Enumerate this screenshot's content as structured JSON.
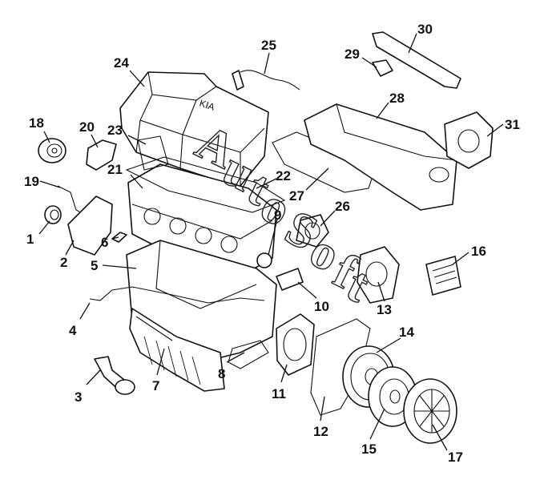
{
  "watermark": {
    "letters": [
      {
        "ch": "A"
      },
      {
        "ch": "u"
      },
      {
        "ch": "t"
      },
      {
        "ch": "o"
      },
      {
        "ch": "S"
      },
      {
        "ch": "o"
      },
      {
        "ch": "f"
      },
      {
        "ch": "t"
      }
    ]
  },
  "cover_embossing": "KIA",
  "callouts": [
    {
      "id": "1",
      "label": "1"
    },
    {
      "id": "2",
      "label": "2"
    },
    {
      "id": "3",
      "label": "3"
    },
    {
      "id": "4",
      "label": "4"
    },
    {
      "id": "5",
      "label": "5"
    },
    {
      "id": "6",
      "label": "6"
    },
    {
      "id": "7",
      "label": "7"
    },
    {
      "id": "8",
      "label": "8"
    },
    {
      "id": "9",
      "label": "9"
    },
    {
      "id": "10",
      "label": "10"
    },
    {
      "id": "11",
      "label": "11"
    },
    {
      "id": "12",
      "label": "12"
    },
    {
      "id": "13",
      "label": "13"
    },
    {
      "id": "14",
      "label": "14"
    },
    {
      "id": "15",
      "label": "15"
    },
    {
      "id": "16",
      "label": "16"
    },
    {
      "id": "17",
      "label": "17"
    },
    {
      "id": "18",
      "label": "18"
    },
    {
      "id": "19",
      "label": "19"
    },
    {
      "id": "20",
      "label": "20"
    },
    {
      "id": "21",
      "label": "21"
    },
    {
      "id": "22",
      "label": "22"
    },
    {
      "id": "23",
      "label": "23"
    },
    {
      "id": "24",
      "label": "24"
    },
    {
      "id": "25",
      "label": "25"
    },
    {
      "id": "26",
      "label": "26"
    },
    {
      "id": "27",
      "label": "27"
    },
    {
      "id": "28",
      "label": "28"
    },
    {
      "id": "29",
      "label": "29"
    },
    {
      "id": "30",
      "label": "30"
    },
    {
      "id": "31",
      "label": "31"
    }
  ]
}
